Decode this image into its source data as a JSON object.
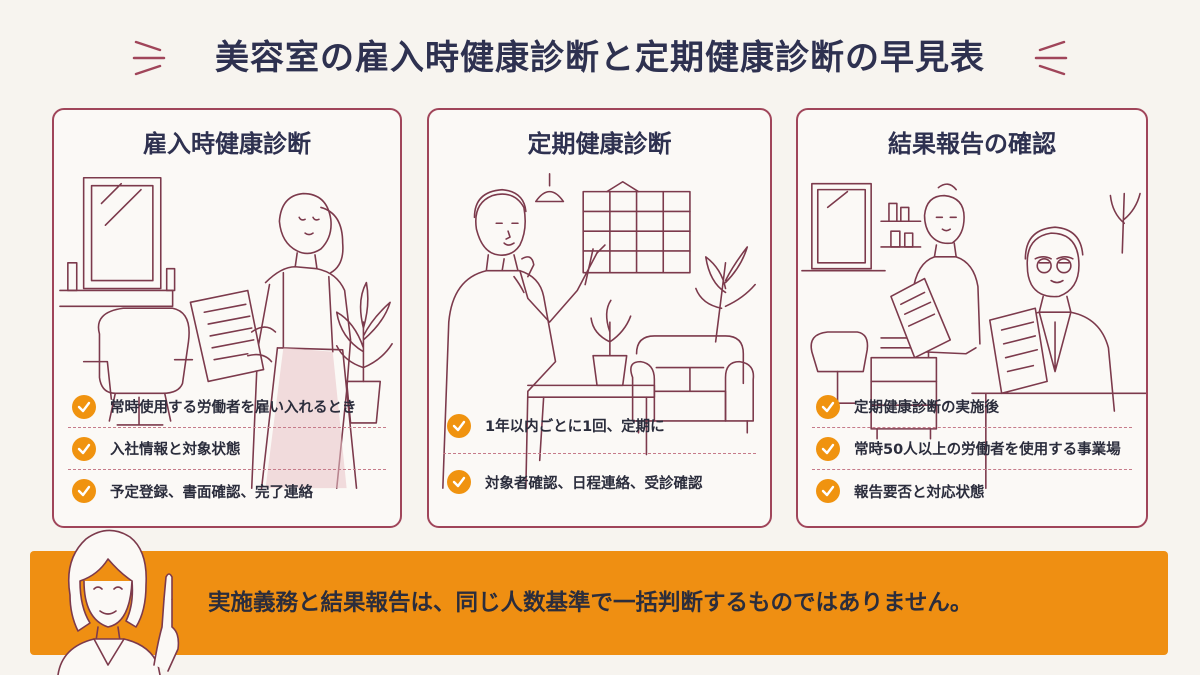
{
  "title": "美容室の雇入時健康診断と定期健康診断の早見表",
  "colors": {
    "accent": "#f0930f",
    "border": "#a0455a",
    "title": "#2e3150",
    "banner": "#ef8f12"
  },
  "cards": [
    {
      "title": "雇入時健康診断",
      "items": [
        "常時使用する労働者を雇い入れるとき",
        "入社情報と対象状態",
        "予定登録、書面確認、完了連絡"
      ]
    },
    {
      "title": "定期健康診断",
      "items": [
        "1年以内ごとに1回、定期に",
        "対象者確認、日程連絡、受診確認"
      ]
    },
    {
      "title": "結果報告の確認",
      "items": [
        "定期健康診断の実施後",
        "常時50人以上の労働者を使用する事業場",
        "報告要否と対応状態"
      ]
    }
  ],
  "banner": {
    "text": "実施義務と結果報告は、同じ人数基準で一括判断するものではありません。"
  }
}
